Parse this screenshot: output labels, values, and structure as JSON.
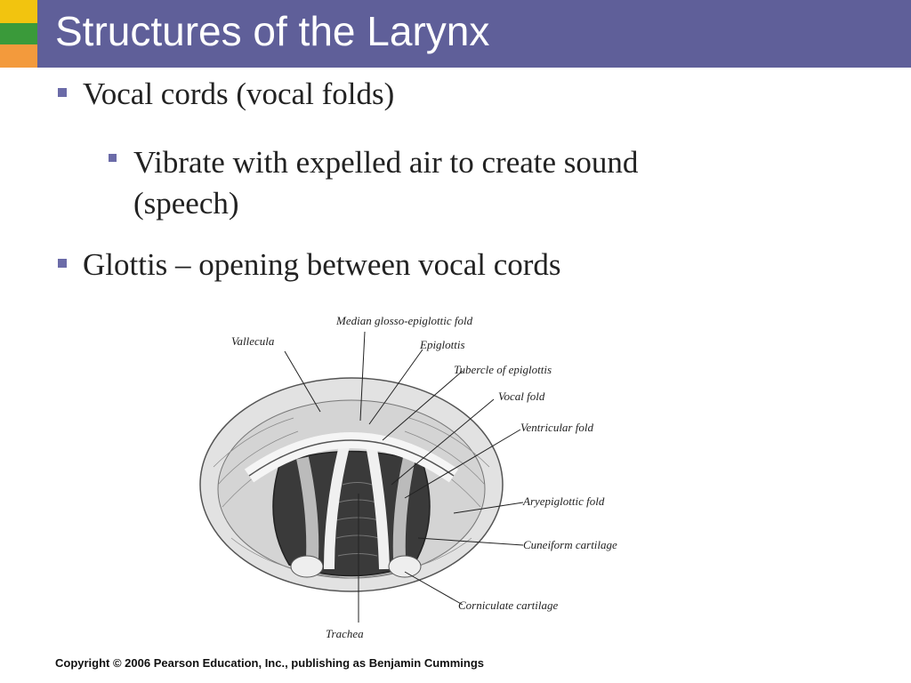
{
  "colors": {
    "title_bg": "#5f5f99",
    "accent_yellow": "#f2c40f",
    "accent_green": "#3a9a3a",
    "accent_orange": "#f39a3c",
    "bullet": "#6b6ba8"
  },
  "slide": {
    "title": "Structures of the Larynx",
    "bullets": [
      {
        "text": "Vocal cords (vocal folds)"
      },
      {
        "text": "Vibrate with expelled air to create sound (speech)"
      },
      {
        "text": "Glottis – opening between vocal cords"
      }
    ],
    "figure_labels": {
      "median": "Median glosso-epiglottic fold",
      "vallecula": "Vallecula",
      "epiglottis": "Epiglottis",
      "tubercle": "Tubercle of epiglottis",
      "vocal_fold": "Vocal fold",
      "ventricular": "Ventricular fold",
      "aryepiglottic": "Aryepiglottic fold",
      "cuneiform": "Cuneiform cartilage",
      "corniculate": "Corniculate cartilage",
      "trachea": "Trachea"
    },
    "copyright": "Copyright © 2006 Pearson Education, Inc., publishing as Benjamin Cummings"
  }
}
